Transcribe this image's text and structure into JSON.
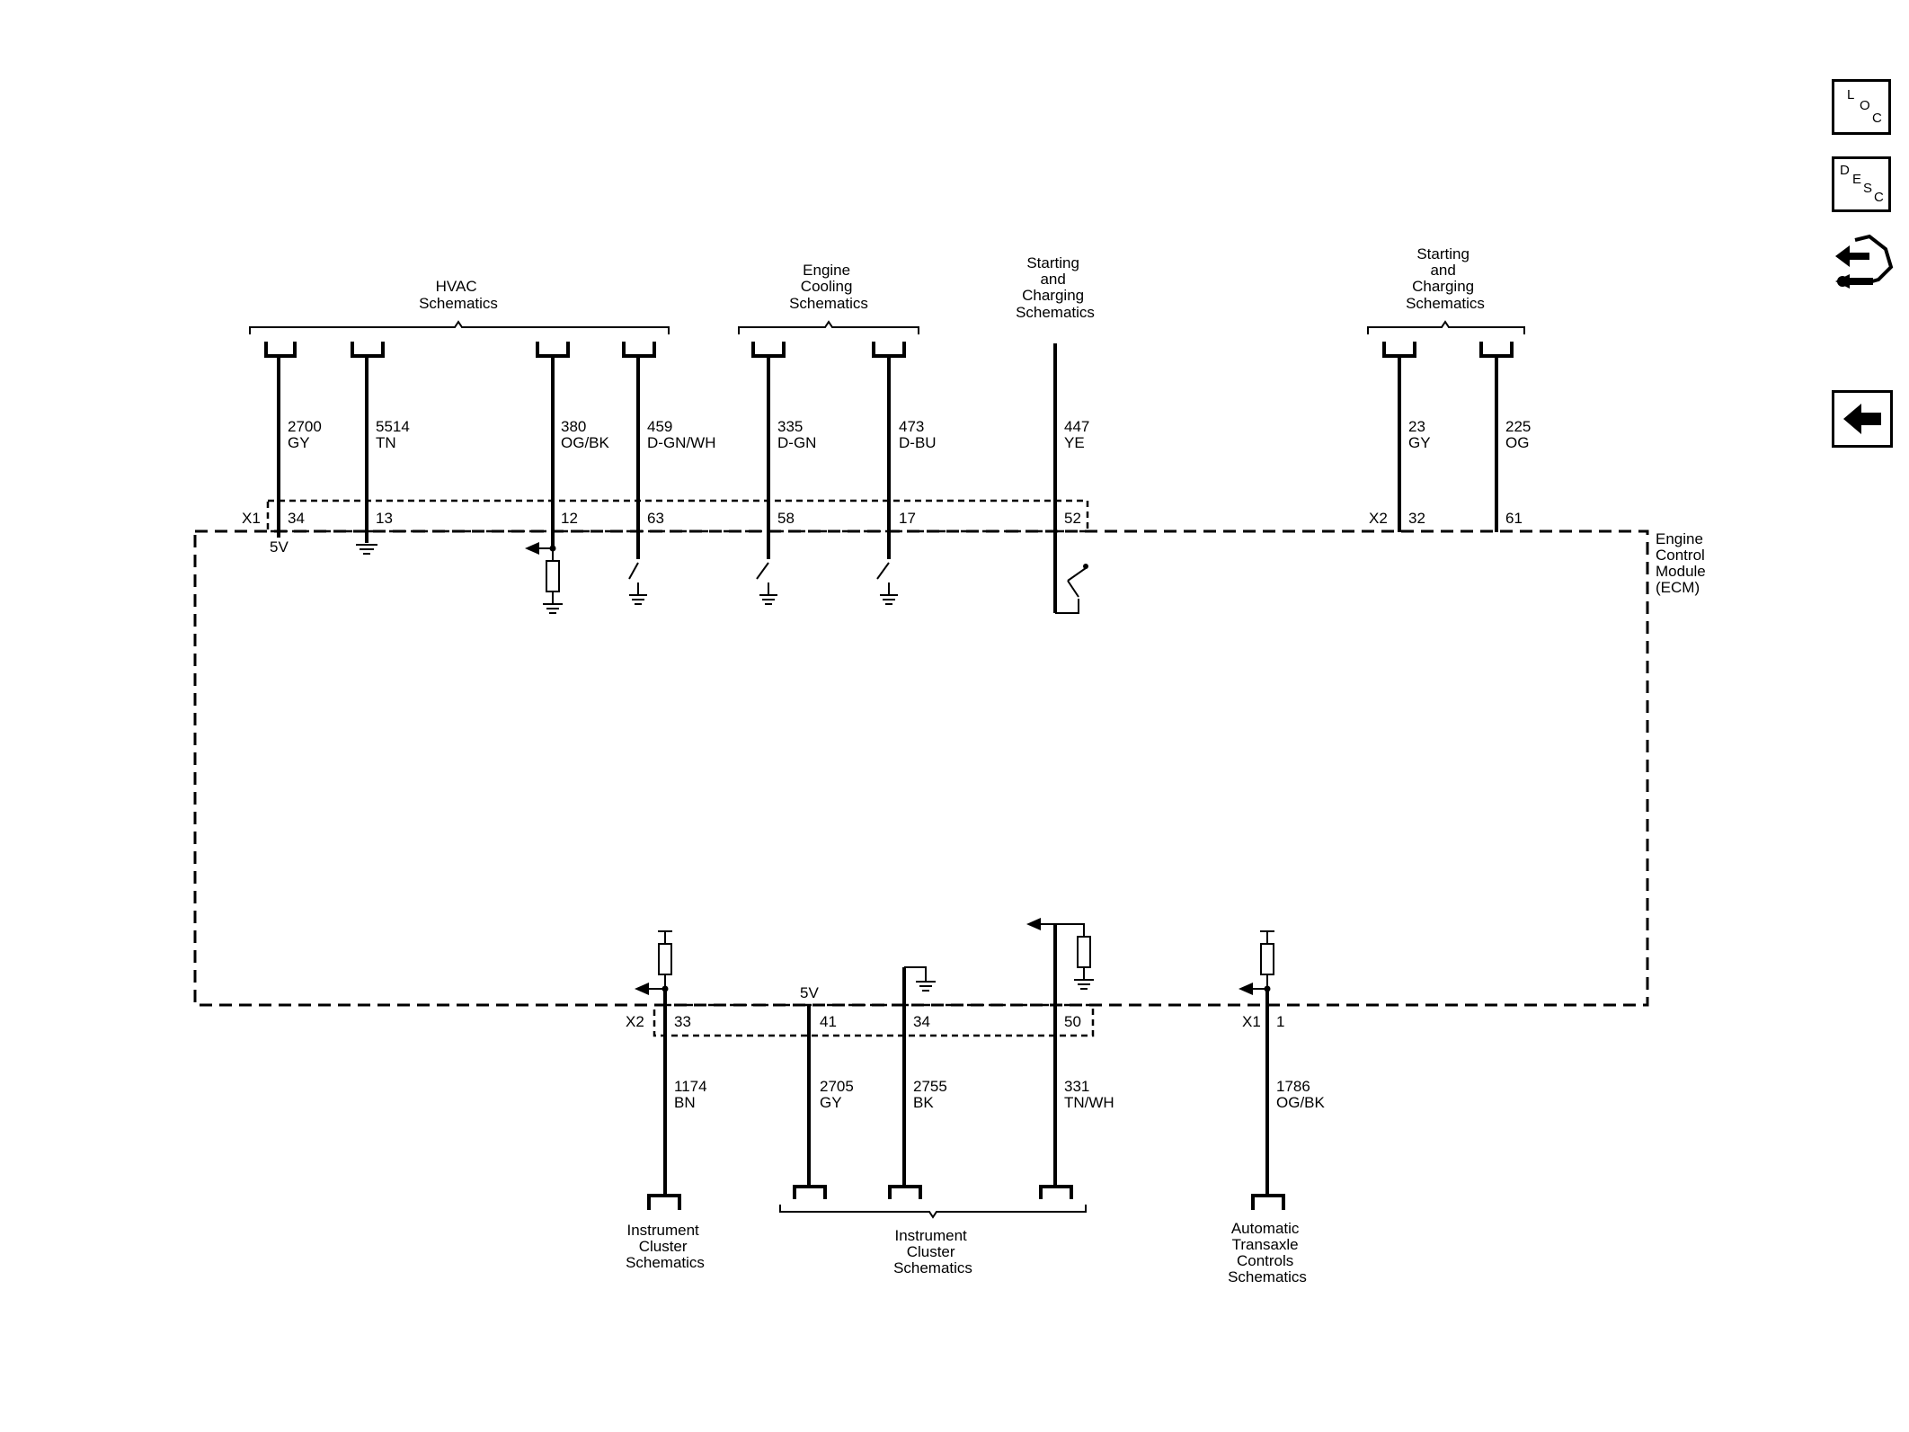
{
  "module": {
    "name_lines": [
      "Engine",
      "Control",
      "Module",
      "(ECM)"
    ]
  },
  "connectors": {
    "x1_top": "X1",
    "x2_top": "X2",
    "x2_bottom": "X2",
    "x1_bottom": "X1"
  },
  "groups_top": [
    {
      "lines": [
        "HVAC",
        "Schematics"
      ]
    },
    {
      "lines": [
        "Engine",
        "Cooling",
        "Schematics"
      ]
    },
    {
      "lines": [
        "Starting",
        "and",
        "Charging",
        "Schematics"
      ]
    },
    {
      "lines": [
        "Starting",
        "and",
        "Charging",
        "Schematics"
      ]
    }
  ],
  "groups_bottom": [
    {
      "lines": [
        "Instrument",
        "Cluster",
        "Schematics"
      ]
    },
    {
      "lines": [
        "Instrument",
        "Cluster",
        "Schematics"
      ]
    },
    {
      "lines": [
        "Automatic",
        "Transaxle",
        "Controls",
        "Schematics"
      ]
    }
  ],
  "wires_top": [
    {
      "circuit": "2700",
      "color": "GY",
      "pin": "34"
    },
    {
      "circuit": "5514",
      "color": "TN",
      "pin": "13"
    },
    {
      "circuit": "380",
      "color": "OG/BK",
      "pin": "12"
    },
    {
      "circuit": "459",
      "color": "D-GN/WH",
      "pin": "63"
    },
    {
      "circuit": "335",
      "color": "D-GN",
      "pin": "58"
    },
    {
      "circuit": "473",
      "color": "D-BU",
      "pin": "17"
    },
    {
      "circuit": "447",
      "color": "YE",
      "pin": "52"
    },
    {
      "circuit": "23",
      "color": "GY",
      "pin": "32"
    },
    {
      "circuit": "225",
      "color": "OG",
      "pin": "61"
    }
  ],
  "wires_bottom": [
    {
      "circuit": "1174",
      "color": "BN",
      "pin": "33"
    },
    {
      "circuit": "2705",
      "color": "GY",
      "pin": "41"
    },
    {
      "circuit": "2755",
      "color": "BK",
      "pin": "34"
    },
    {
      "circuit": "331",
      "color": "TN/WH",
      "pin": "50"
    },
    {
      "circuit": "1786",
      "color": "OG/BK",
      "pin": "1"
    }
  ],
  "voltage_top": "5V",
  "voltage_bottom": "5V",
  "nav": {
    "loc": {
      "l1": "L",
      "l2": "O",
      "l3": "C"
    },
    "desc": {
      "l1": "D",
      "l2": "E",
      "l3": "S",
      "l4": "C"
    },
    "connector_icon": "connector-tool-icon",
    "back_icon": "back-arrow-icon"
  }
}
